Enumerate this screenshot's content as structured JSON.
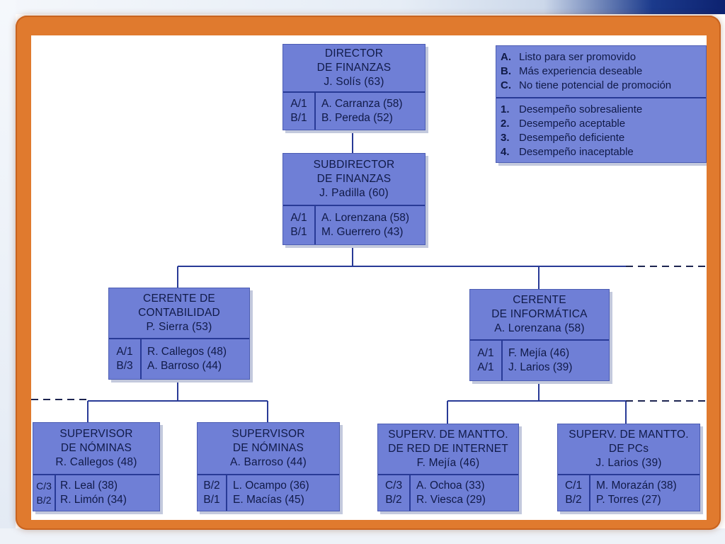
{
  "legend": {
    "potential": [
      {
        "key": "A.",
        "text": "Listo para ser promovido"
      },
      {
        "key": "B.",
        "text": "Más experiencia deseable"
      },
      {
        "key": "C.",
        "text": "No tiene potencial de promoción"
      }
    ],
    "performance": [
      {
        "key": "1.",
        "text": "Desempeño sobresaliente"
      },
      {
        "key": "2.",
        "text": "Desempeño aceptable"
      },
      {
        "key": "3.",
        "text": "Desempeño deficiente"
      },
      {
        "key": "4.",
        "text": "Desempeño inaceptable"
      }
    ]
  },
  "nodes": {
    "director": {
      "title": [
        "DIRECTOR",
        "DE FINANZAS"
      ],
      "holder": "J. Solís (63)",
      "replacements": [
        {
          "code": "A/1",
          "name": "A. Carranza (58)"
        },
        {
          "code": "B/1",
          "name": "B. Pereda (52)"
        }
      ]
    },
    "subdirector": {
      "title": [
        "SUBDIRECTOR",
        "DE FINANZAS"
      ],
      "holder": "J. Padilla (60)",
      "replacements": [
        {
          "code": "A/1",
          "name": "A. Lorenzana (58)"
        },
        {
          "code": "B/1",
          "name": "M. Guerrero (43)"
        }
      ]
    },
    "contabilidad": {
      "title": [
        "CERENTE DE",
        "CONTABILIDAD"
      ],
      "holder": "P. Sierra (53)",
      "replacements": [
        {
          "code": "A/1",
          "name": "R. Callegos (48)"
        },
        {
          "code": "B/3",
          "name": "A. Barroso (44)"
        }
      ]
    },
    "informatica": {
      "title": [
        "CERENTE",
        "DE INFORMÁTICA"
      ],
      "holder": "A. Lorenzana (58)",
      "replacements": [
        {
          "code": "A/1",
          "name": "F. Mejía (46)"
        },
        {
          "code": "A/1",
          "name": "J. Larios (39)"
        }
      ]
    },
    "nominas1": {
      "title": [
        "SUPERVISOR",
        "DE NÓMINAS"
      ],
      "holder": "R. Callegos (48)",
      "replacements": [
        {
          "code": "C/3",
          "name": "R. Leal (38)"
        },
        {
          "code": "B/2",
          "name": "R. Limón (34)"
        }
      ]
    },
    "nominas2": {
      "title": [
        "SUPERVISOR",
        "DE NÓMINAS"
      ],
      "holder": "A. Barroso (44)",
      "replacements": [
        {
          "code": "B/2",
          "name": "L. Ocampo (36)"
        },
        {
          "code": "B/1",
          "name": "E. Macías (45)"
        }
      ]
    },
    "red": {
      "title": [
        "SUPERV. DE MANTTO.",
        "DE RED DE INTERNET"
      ],
      "holder": "F. Mejía (46)",
      "replacements": [
        {
          "code": "C/3",
          "name": "A. Ochoa (33)"
        },
        {
          "code": "B/2",
          "name": "R. Viesca (29)"
        }
      ]
    },
    "pcs": {
      "title": [
        "SUPERV. DE MANTTO.",
        "DE PCs"
      ],
      "holder": "J. Larios (39)",
      "replacements": [
        {
          "code": "C/1",
          "name": "M. Morazán (38)"
        },
        {
          "code": "B/2",
          "name": "P. Torres (27)"
        }
      ]
    }
  },
  "colors": {
    "box": "#6f7fd6",
    "rule": "#283a96",
    "frame": "#e07a2e"
  }
}
